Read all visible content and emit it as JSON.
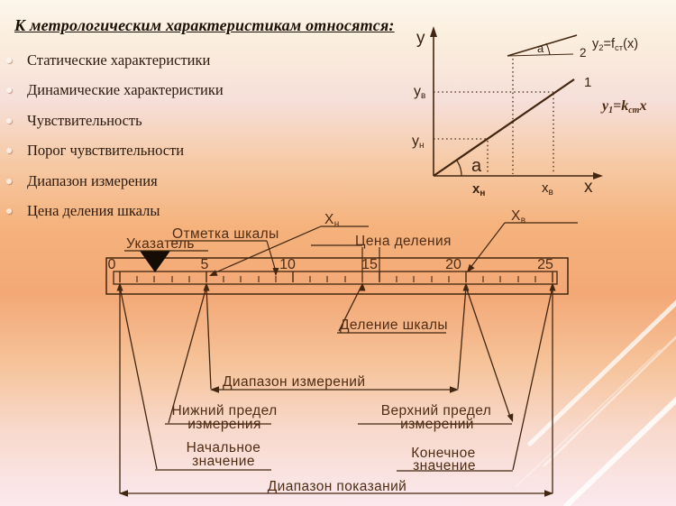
{
  "slide": {
    "title": "К метрологическим характеристикам относятся:",
    "bullets": [
      "Статические характеристики",
      "Динамические характеристики",
      "Чувствительность",
      "Порог чувствительности",
      "Диапазон измерения",
      "Цена деления шкалы"
    ]
  },
  "graph": {
    "y_axis": "y",
    "x_axis": "x",
    "y_upper_base": "y",
    "y_upper_sub": "в",
    "y_lower_base": "y",
    "y_lower_sub": "н",
    "x_lower_base": "x",
    "x_lower_sub": "н",
    "x_upper_base": "x",
    "x_upper_sub": "в",
    "curve1": "1",
    "curve2": "2",
    "alpha_origin": "a",
    "alpha_top": "a",
    "f2_y": "y",
    "f2_ysub": "2",
    "f2_eq": "=f",
    "f2_fsub": "ст",
    "f2_arg": "(x)",
    "f1_y": "y",
    "f1_ysub": "1",
    "f1_eq": "=k",
    "f1_ksub": "ст",
    "f1_arg": "x"
  },
  "scale": {
    "numbers": [
      "0",
      "5",
      "10",
      "15",
      "20",
      "25"
    ],
    "pointer": "Указатель",
    "scale_mark": "Отметка шкалы",
    "x_lower_base": "X",
    "x_lower_sub": "н",
    "x_upper_base": "X",
    "x_upper_sub": "в",
    "division_price": "Цена деления",
    "scale_division": "Деление шкалы",
    "measure_range": "Диапазон измерений",
    "lower_limit_line1": "Нижний предел",
    "lower_limit_line2": "измерения",
    "upper_limit_line1": "Верхний предел",
    "upper_limit_line2": "измерений",
    "initial_line1": "Начальное",
    "initial_line2": "значение",
    "final_line1": "Конечное",
    "final_line2": "значение",
    "indication_range": "Диапазон показаний"
  },
  "colors": {
    "ink": "#42260f",
    "background_orange": "#f3a876",
    "pointer_fill": "#150c05"
  }
}
